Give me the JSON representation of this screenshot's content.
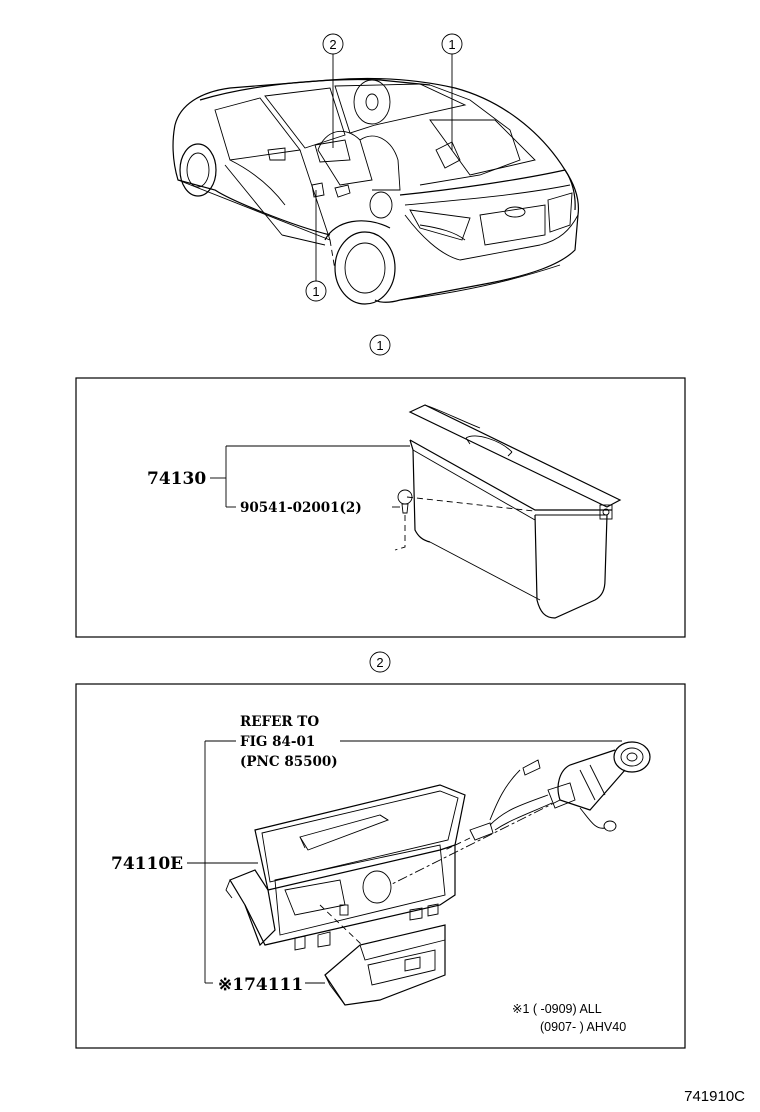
{
  "callouts": {
    "car_top_2": "2",
    "car_top_1": "1",
    "car_bottom_1": "1",
    "section_1": "1",
    "section_2": "2"
  },
  "panel1": {
    "part_main": "74130",
    "part_screw": "90541-02001(2)"
  },
  "panel2": {
    "refer_line1": "REFER TO",
    "refer_line2": "FIG 84-01",
    "refer_line3": "(PNC 85500)",
    "part_main": "74110E",
    "part_sub": "※174111",
    "note_line1": "※1 (    -0909) ALL",
    "note_line2": "(0907-    ) AHV40"
  },
  "diagram_code": "741910C"
}
